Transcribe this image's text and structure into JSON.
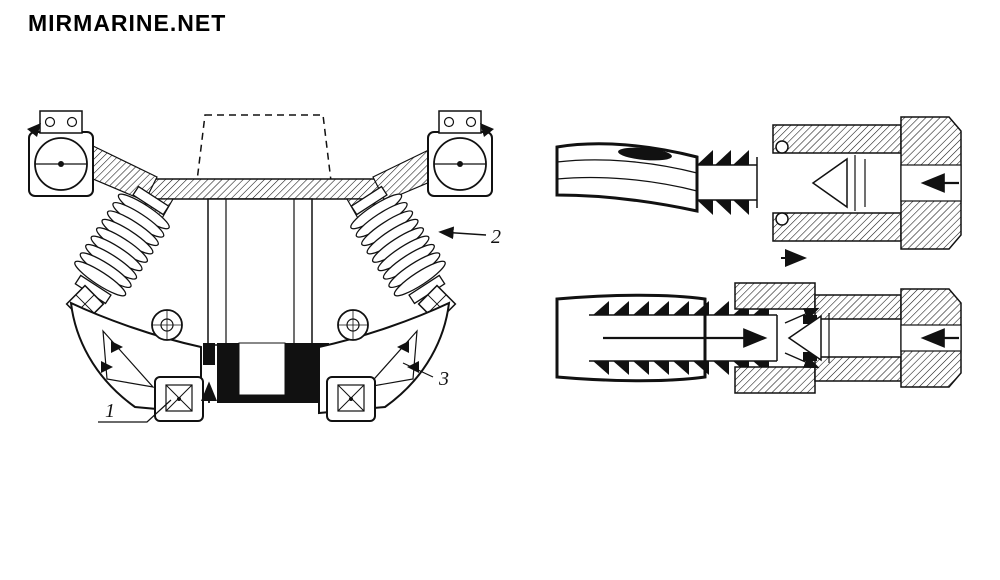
{
  "watermark": "MIRMARINE.NET",
  "colors": {
    "ink": "#111111",
    "paper": "#ffffff"
  },
  "figure_left": {
    "labels": {
      "item1": "1",
      "item2": "2",
      "item3": "3"
    }
  },
  "figure_right": {
    "labels": {}
  }
}
